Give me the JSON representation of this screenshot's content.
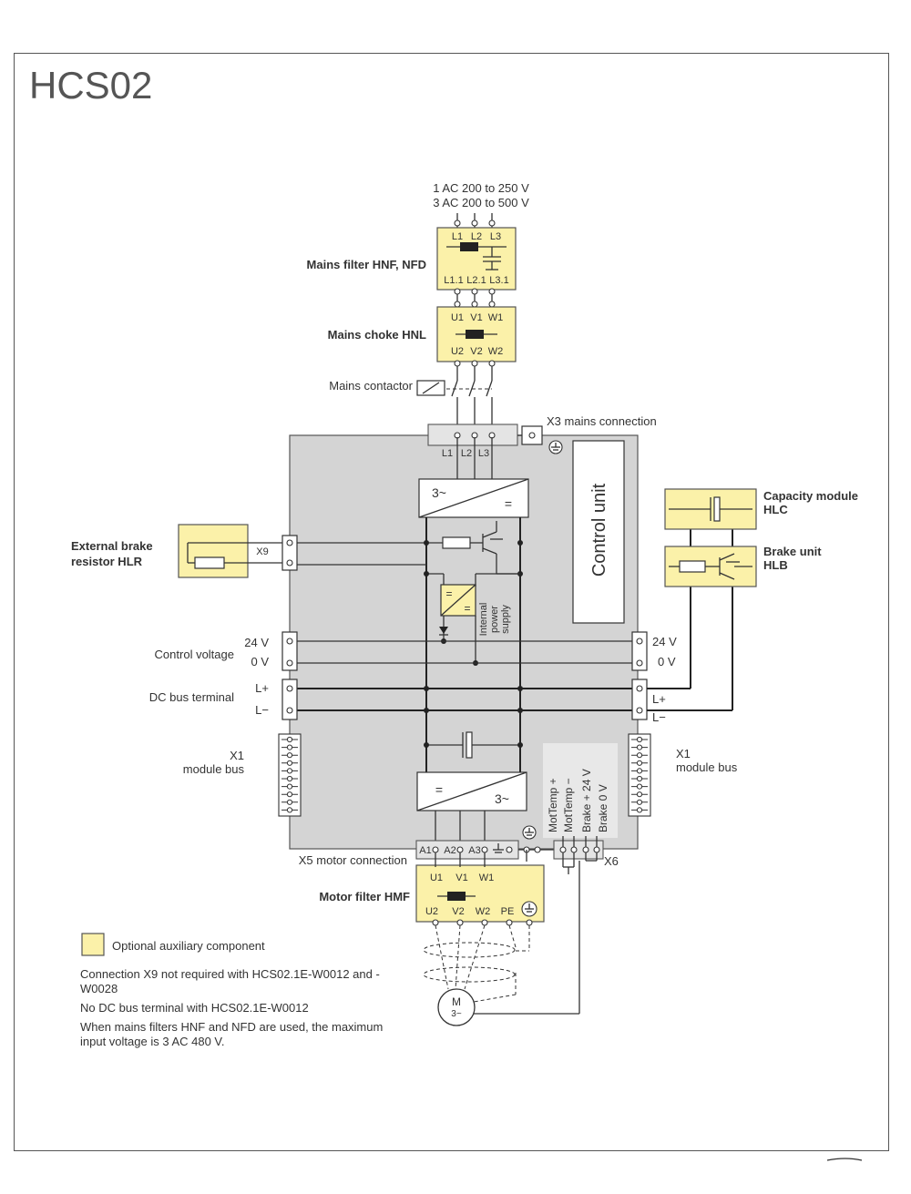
{
  "title": "HCS02",
  "supply": {
    "line1": "1 AC 200 to 250 V",
    "line2": "3 AC 200 to 500 V"
  },
  "mains_filter": {
    "label": "Mains filter HNF, NFD",
    "in_pins": [
      "L1",
      "L2",
      "L3"
    ],
    "out_pins": [
      "L1.1",
      "L2.1",
      "L3.1"
    ]
  },
  "mains_choke": {
    "label": "Mains choke HNL",
    "in_pins": [
      "U1",
      "V1",
      "W1"
    ],
    "out_pins": [
      "U2",
      "V2",
      "W2"
    ]
  },
  "mains_contactor": "Mains contactor",
  "x3": {
    "label": "X3 mains connection",
    "pins": [
      "L1",
      "L2",
      "L3"
    ]
  },
  "converter_in": {
    "ac": "3~",
    "dc": "="
  },
  "control_unit": "Control unit",
  "power_supply": {
    "label": "Internal power supply",
    "line1": "Internal",
    "line2": "power",
    "line3": "supply",
    "sym_dc": "=",
    "sym_dc2": "="
  },
  "brake_resistor": {
    "line1": "External brake",
    "line2": "resistor HLR",
    "terminal": "X9"
  },
  "control_voltage": {
    "label": "Control voltage",
    "v24": "24 V",
    "v0": "0 V"
  },
  "dc_bus": {
    "label": "DC bus terminal",
    "lplus": "L+",
    "lminus": "L−"
  },
  "x1_left": {
    "line1": "X1",
    "line2": "module bus"
  },
  "x1_right": {
    "line1": "X1",
    "line2": "module bus"
  },
  "right_terminals": {
    "v24": "24 V",
    "v0": "0 V",
    "lplus": "L+",
    "lminus": "L−"
  },
  "capacity_module": {
    "line1": "Capacity module",
    "line2": "HLC"
  },
  "brake_unit": {
    "line1": "Brake unit",
    "line2": "HLB"
  },
  "inverter": {
    "dc": "=",
    "ac": "3~"
  },
  "x6_signals": [
    "MotTemp +",
    "MotTemp −",
    "Brake + 24 V",
    "Brake 0 V"
  ],
  "x6_label": "X6",
  "x5": {
    "label": "X5 motor connection",
    "pins": [
      "A1",
      "A2",
      "A3"
    ]
  },
  "motor_filter": {
    "label": "Motor filter HMF",
    "in_pins": [
      "U1",
      "V1",
      "W1"
    ],
    "out_pins": [
      "U2",
      "V2",
      "W2",
      "PE"
    ]
  },
  "motor": {
    "line1": "M",
    "line2": "3~"
  },
  "legend": "Optional auxiliary component",
  "notes": [
    "Connection X9 not required with HCS02.1E-W0012 and -W0028",
    "No DC bus terminal with HCS02.1E-W0012",
    "When mains filters HNF and NFD are used, the maximum input voltage is 3 AC 480 V."
  ],
  "colors": {
    "optional_fill": "#fbf1a9",
    "drive_fill": "#d4d4d4",
    "line": "#333333"
  }
}
